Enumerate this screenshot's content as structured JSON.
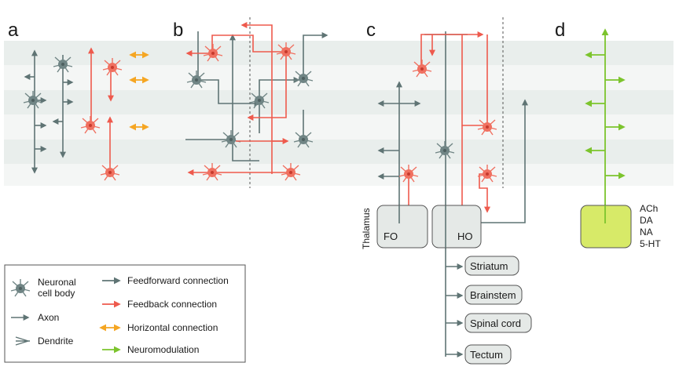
{
  "panels": [
    "a",
    "b",
    "c",
    "d"
  ],
  "thalamus": {
    "label": "Thalamus",
    "fo": "FO",
    "ho": "HO"
  },
  "targets": [
    "Striatum",
    "Brainstem",
    "Spinal cord",
    "Tectum"
  ],
  "neuromodulators": [
    "ACh",
    "DA",
    "NA",
    "5-HT"
  ],
  "legend": {
    "cell_body": [
      "Neuronal",
      "cell body"
    ],
    "axon": "Axon",
    "dendrite": "Dendrite",
    "feedforward": "Feedforward connection",
    "feedback": "Feedback connection",
    "horizontal": "Horizontal connection",
    "neuromodulation": "Neuromodulation"
  },
  "colors": {
    "feedforward": "#5f7474",
    "feedback": "#ee5a4d",
    "horizontal": "#f5a623",
    "neuromodulation": "#7cc42d",
    "cell_gray": "#708585",
    "cell_red": "#f07060",
    "layer_band": "#e9eeec",
    "box_fill": "#e5e9e7",
    "nucleus_fill": "#d7ea68"
  }
}
